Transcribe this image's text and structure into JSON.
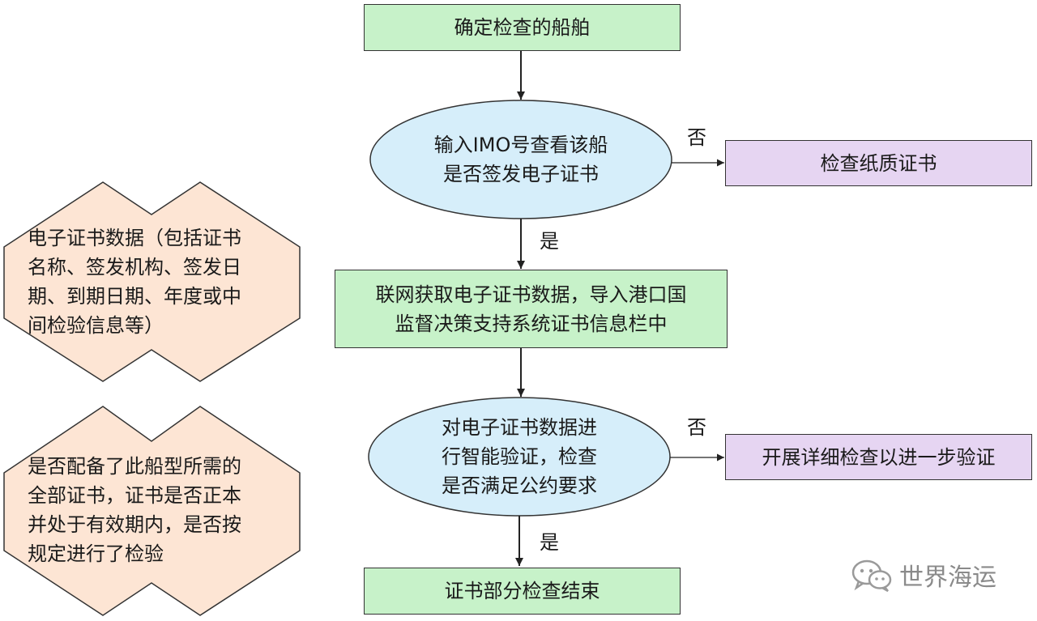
{
  "nodes": {
    "determine_ship": "确定检查的船舶",
    "check_ecert": [
      "输入IMO号查看该船",
      "是否签发电子证书"
    ],
    "check_paper": "检查纸质证书",
    "fetch_data": [
      "联网获取电子证书数据，导入港口国",
      "监督决策支持系统证书信息栏中"
    ],
    "smart_verify": [
      "对电子证书数据进",
      "行智能验证，检查",
      "是否满足公约要求"
    ],
    "detailed_check": "开展详细检查以进一步验证",
    "end": "证书部分检查结束"
  },
  "notes": {
    "cert_data": [
      "电子证书数据（包括证书",
      "名称、签发机构、签发日",
      "期、到期日期、年度或中",
      "间检验信息等）"
    ],
    "requirements": [
      "是否配备了此船型所需的",
      "全部证书，证书是否正本",
      "并处于有效期内，是否按",
      "规定进行了检验"
    ]
  },
  "labels": {
    "no_1": "否",
    "yes_1": "是",
    "no_2": "否",
    "yes_2": "是"
  },
  "watermark": {
    "text": "世界海运",
    "icon": "wechat-icon"
  },
  "colors": {
    "process_fill": "#c7f2c9",
    "decision_fill": "#d6eefa",
    "alt_fill": "#e6d5f2",
    "note_fill": "#fde5d4"
  }
}
